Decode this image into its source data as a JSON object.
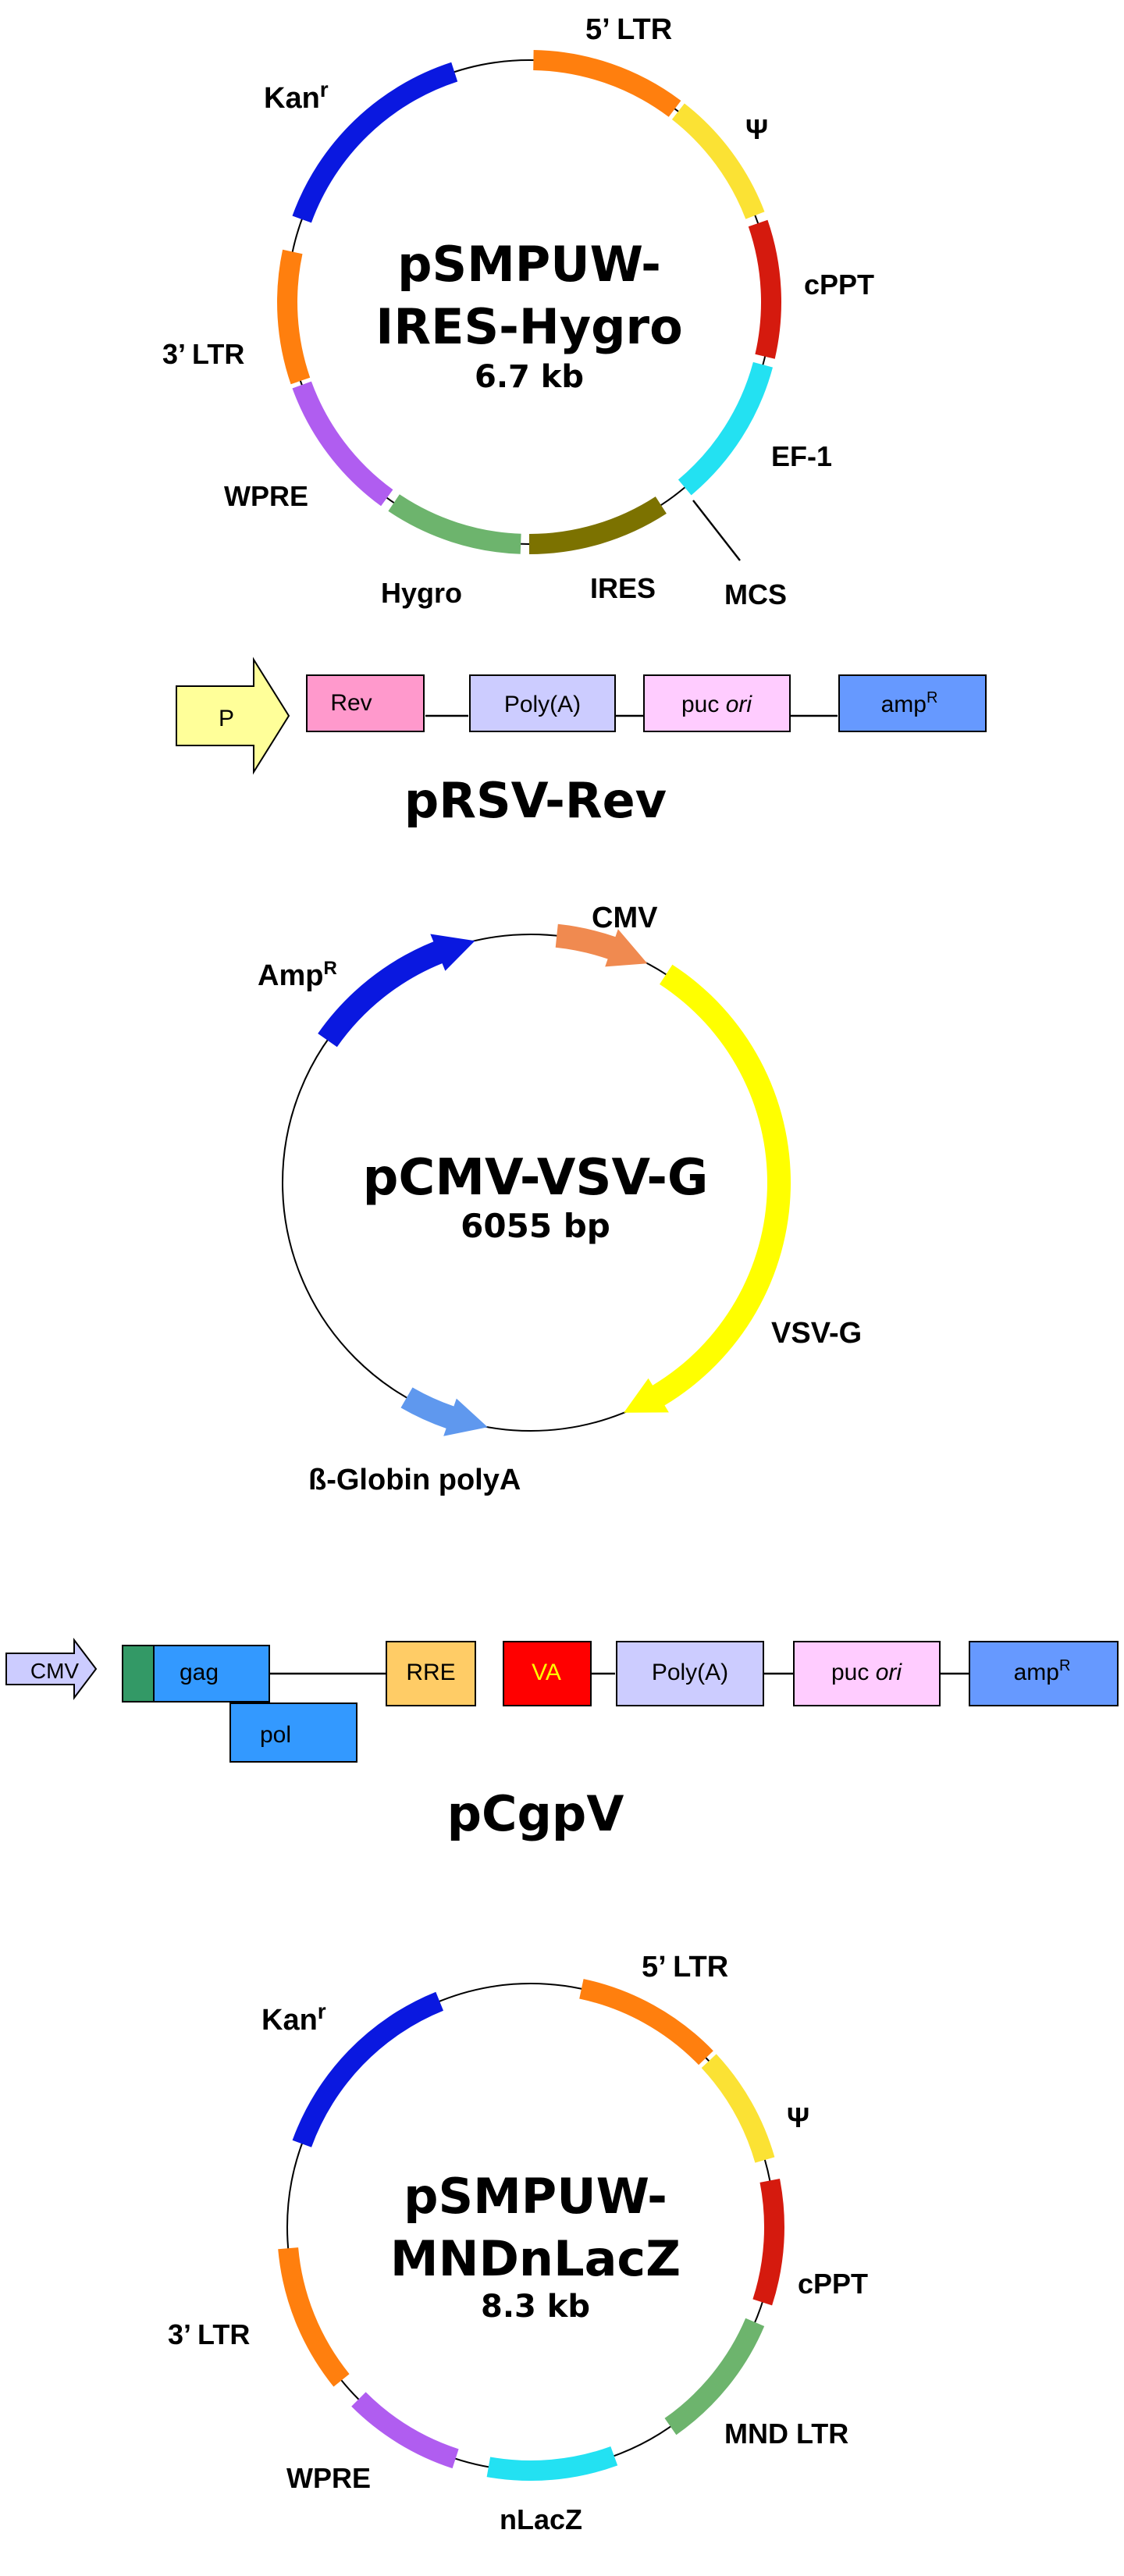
{
  "plasmid1": {
    "name_line1": "pSMPUW-",
    "name_line2": "IRES-Hygro",
    "size": "6.7 kb",
    "features": [
      {
        "label": "5’ LTR",
        "color": "#ff7f0e"
      },
      {
        "label": "Ψ",
        "color": "#fbe234"
      },
      {
        "label": "cPPT",
        "color": "#d51a0e"
      },
      {
        "label": "EF-1",
        "color": "#23e1f2"
      },
      {
        "label": "MCS",
        "color": "#000000"
      },
      {
        "label": "IRES",
        "color": "#7c7200"
      },
      {
        "label": "Hygro",
        "color": "#6db46d"
      },
      {
        "label": "WPRE",
        "color": "#b05df0"
      },
      {
        "label": "3’ LTR",
        "color": "#ff7f0e"
      },
      {
        "label": "Kan",
        "label_sup": "r",
        "color": "#0a18e0"
      }
    ]
  },
  "plasmid2": {
    "name": "pRSV-Rev",
    "elements": [
      {
        "label": "P",
        "color": "#ffff99"
      },
      {
        "label": "Rev",
        "color": "#ff99cc"
      },
      {
        "label": "Poly(A)",
        "color": "#ccccff"
      },
      {
        "label": "puc ",
        "label_italic": "ori",
        "color": "#ffccff"
      },
      {
        "label": "amp",
        "label_sup": "R",
        "color": "#6699ff"
      }
    ]
  },
  "plasmid3": {
    "name": "pCMV-VSV-G",
    "size": "6055 bp",
    "features": [
      {
        "label": "CMV",
        "color": "#f08a50"
      },
      {
        "label": "VSV-G",
        "color": "#ffff00"
      },
      {
        "label": "ß-Globin polyA",
        "color": "#5f98ee"
      },
      {
        "label": "Amp",
        "label_sup": "R",
        "color": "#0a18e0"
      }
    ]
  },
  "plasmid4": {
    "name": "pCgpV",
    "elements": [
      {
        "label": "CMV",
        "color": "#ccccff"
      },
      {
        "label": "gag",
        "color": "#3399ff"
      },
      {
        "label": "pol",
        "color": "#3399ff"
      },
      {
        "label": "RRE",
        "color": "#ffcc66"
      },
      {
        "label": "VA",
        "color": "#ff0000",
        "text_color": "#ffff00"
      },
      {
        "label": "Poly(A)",
        "color": "#ccccff"
      },
      {
        "label": "puc ",
        "label_italic": "ori",
        "color": "#ffccff"
      },
      {
        "label": "amp",
        "label_sup": "R",
        "color": "#6699ff"
      }
    ],
    "gag_leader_color": "#339966"
  },
  "plasmid5": {
    "name_line1": "pSMPUW-",
    "name_line2": "MNDnLacZ",
    "size": "8.3 kb",
    "features": [
      {
        "label": "5’ LTR",
        "color": "#ff7f0e"
      },
      {
        "label": "Ψ",
        "color": "#fbe234"
      },
      {
        "label": "cPPT",
        "color": "#d51a0e"
      },
      {
        "label": "MND LTR",
        "color": "#6db46d"
      },
      {
        "label": "nLacZ",
        "color": "#23e1f2"
      },
      {
        "label": "WPRE",
        "color": "#b05df0"
      },
      {
        "label": "3’ LTR",
        "color": "#ff7f0e"
      },
      {
        "label": "Kan",
        "label_sup": "r",
        "color": "#0a18e0"
      }
    ]
  }
}
